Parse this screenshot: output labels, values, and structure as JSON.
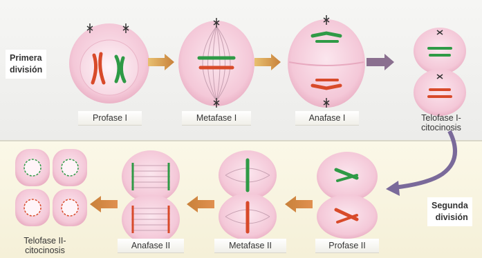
{
  "divisions": {
    "first": [
      "Primera",
      "división"
    ],
    "second": [
      "Segunda",
      "división"
    ]
  },
  "stages_top": [
    "Profase I",
    "Metafase I",
    "Anafase I"
  ],
  "stage_top_end": [
    "Telofase I-",
    "citocinosis"
  ],
  "stages_bottom": [
    "Anafase II",
    "Metafase II",
    "Profase II"
  ],
  "stage_bottom_end": [
    "Telofase II-",
    "citocinosis"
  ],
  "colors": {
    "cell": "#f4c8d8",
    "cell_edge": "#e7a9bf",
    "chrom_red": "#d84a2a",
    "chrom_green": "#2f9a46",
    "arrow": "#c8813a",
    "arrow_curve": "#7a6a9a"
  }
}
